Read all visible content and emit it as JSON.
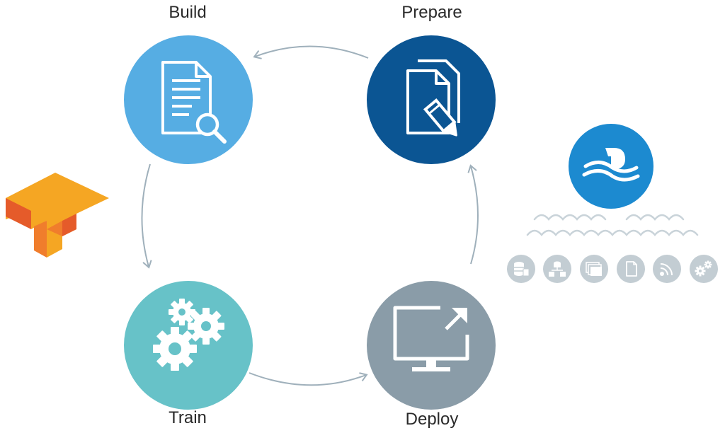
{
  "steps": {
    "build": {
      "label": "Build",
      "color": "#56ade3",
      "icon": "document-search-icon"
    },
    "prepare": {
      "label": "Prepare",
      "color": "#0b5593",
      "icon": "documents-pencil-icon"
    },
    "train": {
      "label": "Train",
      "color": "#67c2c8",
      "icon": "gears-icon"
    },
    "deploy": {
      "label": "Deploy",
      "color": "#8a9ca8",
      "icon": "monitor-deploy-icon"
    }
  },
  "cycle_direction": "counter-clockwise: Prepare → Build → Train → Deploy → Prepare",
  "logos": {
    "tensorflow": {
      "icon": "tensorflow-logo",
      "colors": [
        "#f5a623",
        "#f07d2c",
        "#e55b2a"
      ]
    },
    "datalake": {
      "icon": "data-lake-logo",
      "color": "#1c8ad0"
    }
  },
  "source_icons": [
    "database-icon",
    "network-icon",
    "gallery-icon",
    "files-icon",
    "rss-icon",
    "settings-icon"
  ],
  "colors": {
    "arrow": "#9fb0bb",
    "wave": "#c9d3d9",
    "source_circle": "#c3cdd3"
  }
}
